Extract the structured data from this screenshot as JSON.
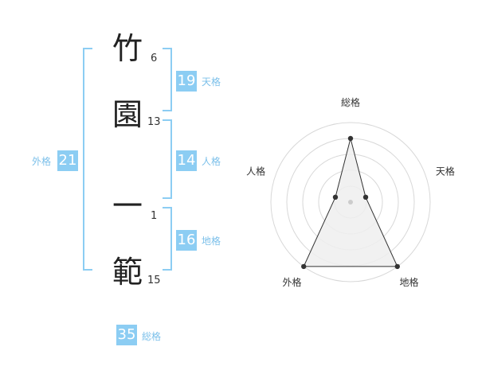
{
  "name": {
    "chars": [
      {
        "char": "竹",
        "strokes": "6"
      },
      {
        "char": "園",
        "strokes": "13"
      },
      {
        "char": "一",
        "strokes": "1"
      },
      {
        "char": "範",
        "strokes": "15"
      }
    ]
  },
  "grades": {
    "ten": {
      "value": "19",
      "label": "天格"
    },
    "jin": {
      "value": "14",
      "label": "人格"
    },
    "chi": {
      "value": "16",
      "label": "地格"
    },
    "gai": {
      "value": "21",
      "label": "外格"
    },
    "sou": {
      "value": "35",
      "label": "総格"
    }
  },
  "colors": {
    "accent": "#8ccdf3",
    "label": "#7cc0ea",
    "ring": "#d8d8d8",
    "fill": "#eeeeee",
    "line": "#333333"
  },
  "chart_data": {
    "type": "radar",
    "axes": [
      "総格",
      "天格",
      "地格",
      "外格",
      "人格"
    ],
    "values": [
      4,
      1,
      5,
      5,
      1
    ],
    "max": 5,
    "rings": 5
  }
}
